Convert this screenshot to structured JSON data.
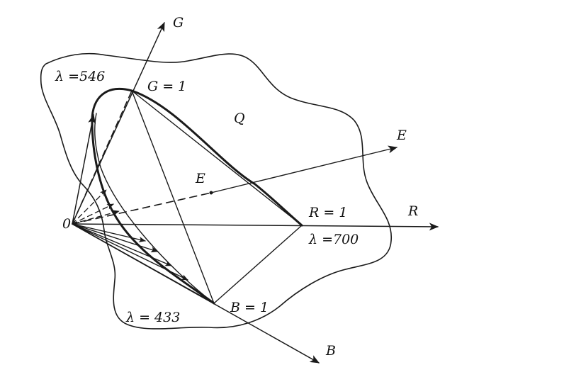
{
  "labels": {
    "origin": "0",
    "g_axis": "G",
    "e_axis": "E",
    "r_axis": "R",
    "b_axis": "B",
    "e_point": "E",
    "q_region": "Q",
    "g_unit": "G = 1",
    "r_unit": "R = 1",
    "b_unit": "B = 1",
    "lambda_546": "λ =546",
    "lambda_700": "λ =700",
    "lambda_433": "λ = 433"
  },
  "ink_color": "#1a1a1a"
}
